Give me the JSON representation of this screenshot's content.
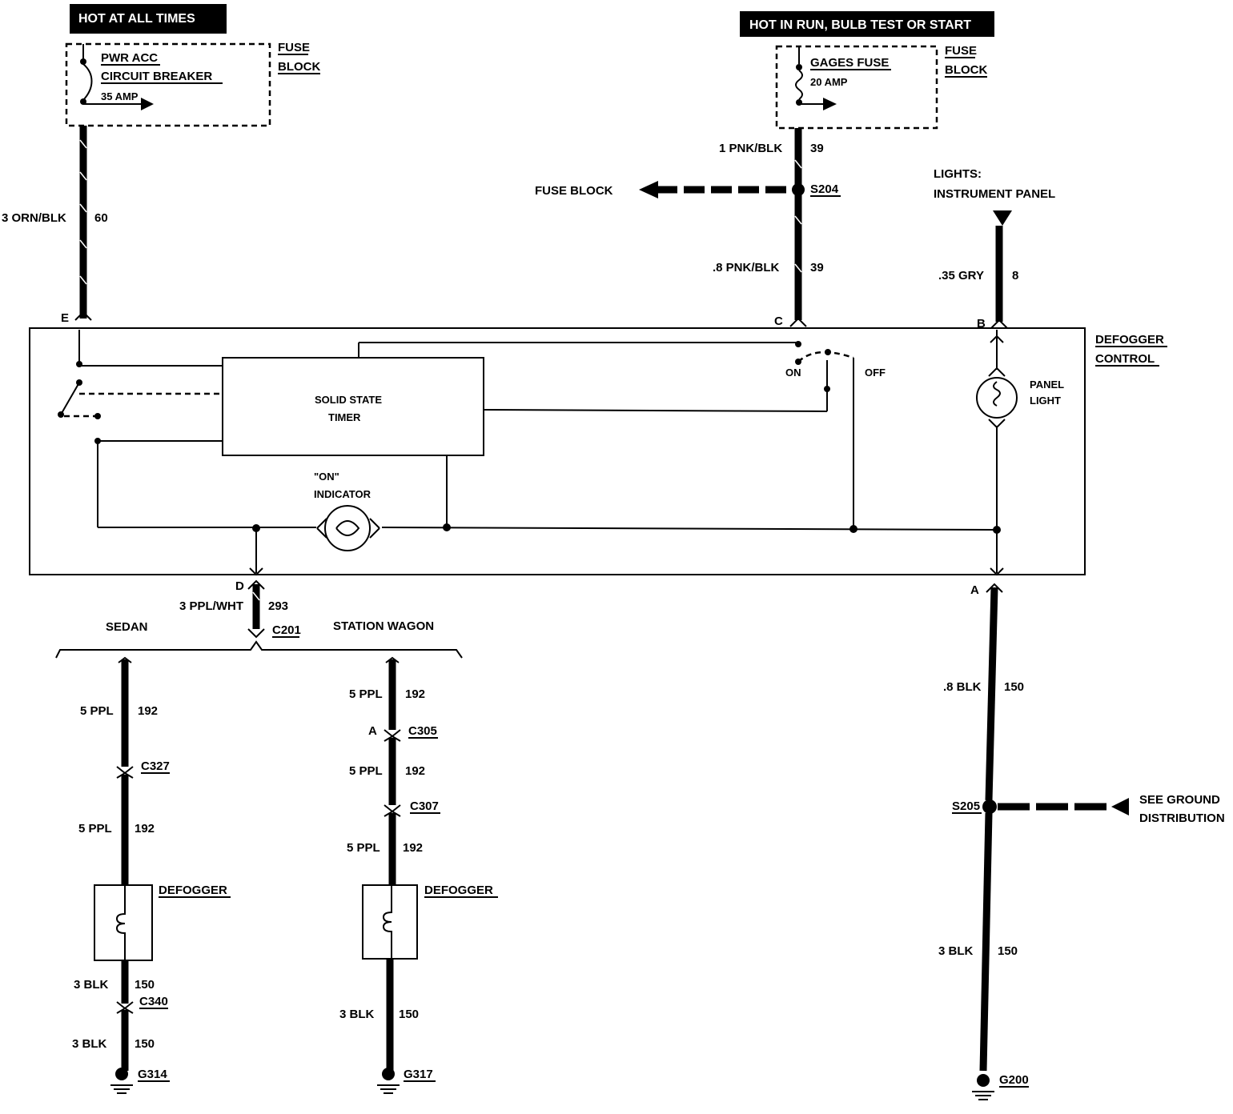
{
  "header": {
    "hot_at_all_times": "HOT AT ALL TIMES",
    "hot_in_run": "HOT IN RUN, BULB TEST OR START"
  },
  "fuse_block_left": {
    "label_line1": "FUSE",
    "label_line2": "BLOCK",
    "breaker_line1": "PWR ACC",
    "breaker_line2": "CIRCUIT BREAKER",
    "rating": "35 AMP"
  },
  "fuse_block_right": {
    "label_line1": "FUSE",
    "label_line2": "BLOCK",
    "fuse_name": "GAGES FUSE",
    "rating": "20 AMP"
  },
  "wires": {
    "orn_blk": "3 ORN/BLK",
    "orn_blk_num": "60",
    "pnk_blk_1": "1 PNK/BLK",
    "pnk_blk_1_num": "39",
    "pnk_blk_2": ".8 PNK/BLK",
    "pnk_blk_2_num": "39",
    "gry": ".35 GRY",
    "gry_num": "8",
    "ppl_wht": "3 PPL/WHT",
    "ppl_wht_num": "293",
    "blk_a": ".8 BLK",
    "blk_a_num": "150",
    "blk_b": "3 BLK",
    "blk_b_num": "150",
    "ppl": "5 PPL",
    "ppl_num": "192",
    "blk3": "3 BLK",
    "blk3_num": "150"
  },
  "splices": {
    "s204": "S204",
    "s205": "S205",
    "fuse_block_arrow": "FUSE BLOCK",
    "see_ground_1": "SEE GROUND",
    "see_ground_2": "DISTRIBUTION"
  },
  "lights": {
    "line1": "LIGHTS:",
    "line2": "INSTRUMENT PANEL"
  },
  "control": {
    "name_line1": "DEFOGGER",
    "name_line2": "CONTROL",
    "timer_line1": "SOLID STATE",
    "timer_line2": "TIMER",
    "indicator_line1": "\"ON\"",
    "indicator_line2": "INDICATOR",
    "panel_light_1": "PANEL",
    "panel_light_2": "LIGHT",
    "on": "ON",
    "off": "OFF",
    "pin_a": "A",
    "pin_b": "B",
    "pin_c": "C",
    "pin_d": "D",
    "pin_e": "E"
  },
  "branches": {
    "sedan": "SEDAN",
    "station_wagon": "STATION WAGON",
    "c201": "C201",
    "c327": "C327",
    "c340": "C340",
    "c305": "C305",
    "c305_pin": "A",
    "c307": "C307",
    "defogger": "DEFOGGER",
    "g314": "G314",
    "g317": "G317",
    "g200": "G200"
  }
}
